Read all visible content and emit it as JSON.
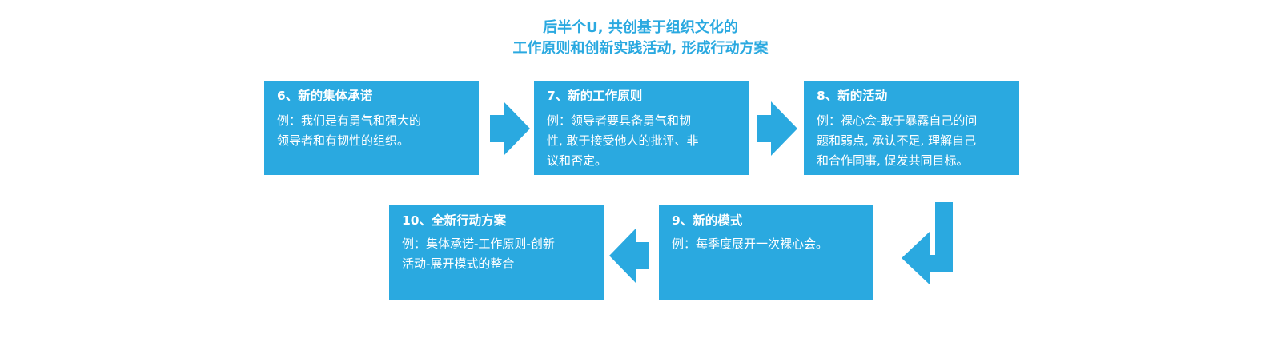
{
  "title": {
    "line1": "后半个U, 共创基于组织文化的",
    "line2": "工作原则和创新实践活动, 形成行动方案"
  },
  "steps": {
    "s6": {
      "heading": "6、新的集体承诺",
      "lines": [
        "例：我们是有勇气和强大的",
        "领导者和有韧性的组织。"
      ]
    },
    "s7": {
      "heading": "7、新的工作原则",
      "lines": [
        "例：领导者要具备勇气和韧",
        "性, 敢于接受他人的批评、非",
        "议和否定。"
      ]
    },
    "s8": {
      "heading": "8、新的活动",
      "lines": [
        "例：裸心会-敢于暴露自己的问",
        "题和弱点, 承认不足, 理解自己",
        "和合作同事, 促发共同目标。"
      ]
    },
    "s9": {
      "heading": "9、新的模式",
      "lines": [
        "例：每季度展开一次裸心会。"
      ]
    },
    "s10": {
      "heading": "10、全新行动方案",
      "lines": [
        "例：集体承诺-工作原则-创新",
        "活动-展开模式的整合"
      ]
    }
  },
  "colors": {
    "accent": "#2aa9e0",
    "box_text": "#ffffff",
    "background": "#ffffff"
  },
  "arrows": [
    "arrow-right-icon",
    "arrow-right-icon",
    "arrow-down-left-icon",
    "arrow-left-icon"
  ]
}
